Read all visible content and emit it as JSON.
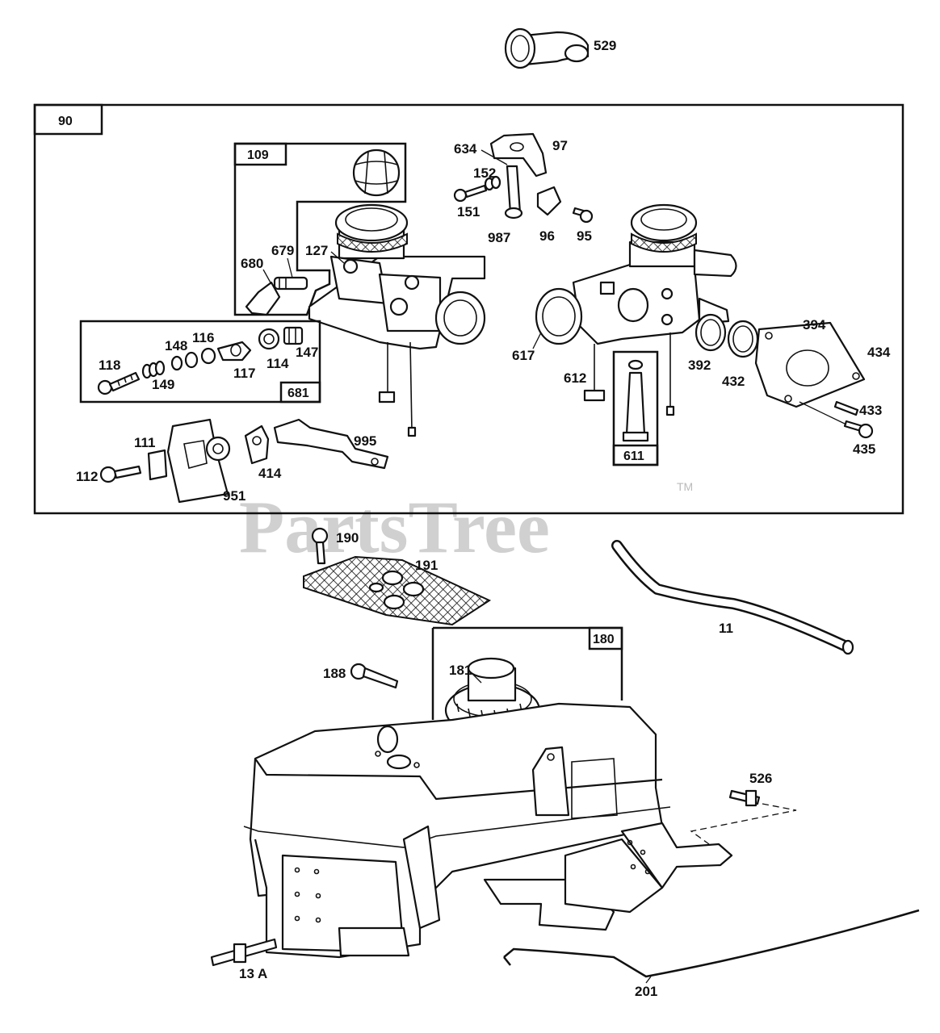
{
  "watermark": {
    "text": "PartsTree",
    "trademark": "TM"
  },
  "boxes": {
    "b90": "90",
    "b109": "109",
    "b681": "681",
    "b611": "611",
    "b180": "180"
  },
  "labels": {
    "p529": "529",
    "p634": "634",
    "p97": "97",
    "p152": "152",
    "p151": "151",
    "p987": "987",
    "p96": "96",
    "p95": "95",
    "p127": "127",
    "p680": "680",
    "p679": "679",
    "p118": "118",
    "p148": "148",
    "p116": "116",
    "p149": "149",
    "p117": "117",
    "p114": "114",
    "p147": "147",
    "p617": "617",
    "p612": "612",
    "p392": "392",
    "p432": "432",
    "p394": "394",
    "p434": "434",
    "p433": "433",
    "p435": "435",
    "p111": "111",
    "p112": "112",
    "p951": "951",
    "p414": "414",
    "p995": "995",
    "p190": "190",
    "p191": "191",
    "p11": "11",
    "p188": "188",
    "p181": "181",
    "p526": "526",
    "p13a": "13 A",
    "p201": "201"
  }
}
